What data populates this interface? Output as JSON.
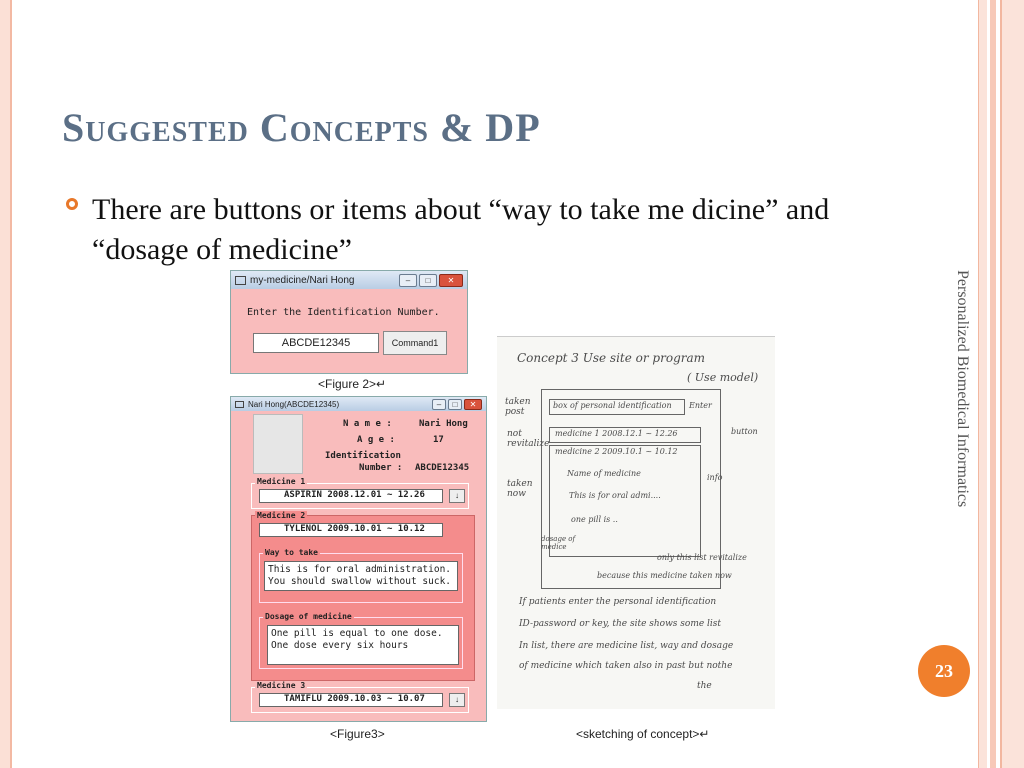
{
  "slide": {
    "title": "Suggested Concepts & DP",
    "bullet_text": "There are buttons or items about “way to take me dicine” and “dosage of medicine”",
    "side_label": "Personalized Biomedical Informatics",
    "page_number": "23",
    "colors": {
      "title": "#5b6f86",
      "bullet": "#e8782a",
      "page_badge": "#f07f2c",
      "form_bg": "#f9bcbc"
    }
  },
  "figure2": {
    "window_title": "my-medicine/Nari Hong",
    "prompt": "Enter the Identification Number.",
    "id_value": "ABCDE12345",
    "button_label": "Command1",
    "caption": "<Figure 2>↵"
  },
  "figure3": {
    "window_title": "Nari Hong(ABCDE12345)",
    "name_label": "N a m e :",
    "name_value": "Nari Hong",
    "age_label": "A g e :",
    "age_value": "17",
    "id_label1": "Identification",
    "id_label2": "Number :",
    "id_value": "ABCDE12345",
    "medicine1_label": "Medicine 1",
    "medicine1_value": "ASPIRIN 2008.12.01 ~ 12.26",
    "medicine2_label": "Medicine 2",
    "medicine2_value": "TYLENOL 2009.10.01 ~ 10.12",
    "way_label": "Way to take",
    "way_text_1": "This is for oral administration.",
    "way_text_2": "You should swallow without suck.",
    "dosage_label": "Dosage of medicine",
    "dosage_text_1": "One pill is equal to one dose.",
    "dosage_text_2": "One dose every six hours",
    "medicine3_label": "Medicine 3",
    "medicine3_value": "TAMIFLU 2009.10.03 ~ 10.07",
    "dropdown_glyph": "↓",
    "caption": "<Figure3>"
  },
  "sketch": {
    "heading_1": "Concept 3 Use site or program",
    "heading_2": "( Use model)",
    "note_taken_post": "taken post",
    "note_not_revitalize": "not revitalize",
    "note_taken_now": "taken now",
    "row_1": "box of personal identification",
    "row_1_btn": "Enter",
    "row_2": "medicine 1 2008.12.1 ~ 12.26",
    "row_3": "medicine 2 2009.10.1 ~ 10.12",
    "row_4": "Name of medicine",
    "row_5": "This is for oral admi....",
    "row_6": "one pill is ..",
    "note_button": "button",
    "note_info": "info",
    "note_dosage": "dosage of medice",
    "note_only": "only this list revitalize",
    "note_because": "because this medicine taken now",
    "para_1": "If patients enter the personal identification",
    "para_2": "ID-password or key, the site shows some list",
    "para_3": "In list, there are medicine list, way and dosage",
    "para_4": "of medicine which taken also in past but nothe",
    "para_5": "the",
    "caption": "<sketching of concept>↵"
  }
}
